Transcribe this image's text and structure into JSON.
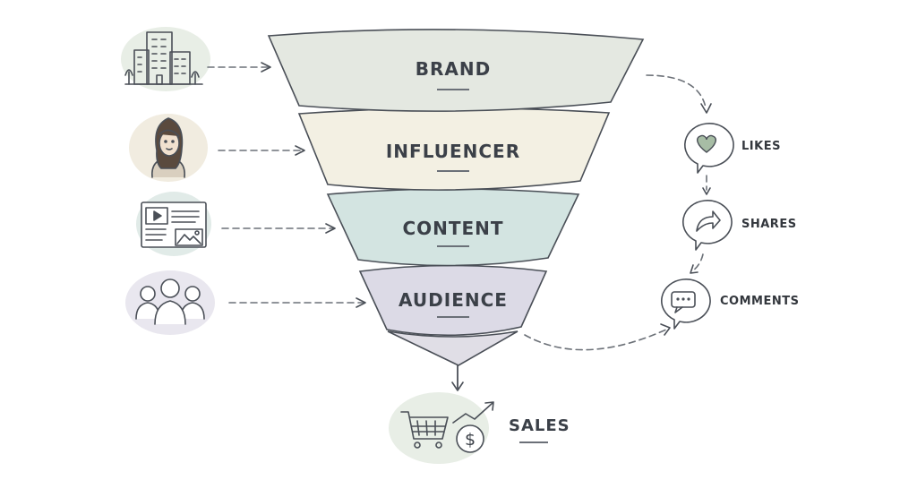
{
  "funnel": {
    "stages": [
      {
        "label": "BRAND",
        "color": "#e4e8e1",
        "icon": "buildings-icon"
      },
      {
        "label": "INFLUENCER",
        "color": "#f3f0e3",
        "icon": "woman-avatar-icon"
      },
      {
        "label": "CONTENT",
        "color": "#d3e4e1",
        "icon": "video-post-icon"
      },
      {
        "label": "AUDIENCE",
        "color": "#dcdae6",
        "icon": "people-group-icon"
      }
    ],
    "tip_color": "#e0dee6"
  },
  "engagement": {
    "items": [
      {
        "label": "LIKES",
        "icon": "heart-bubble-icon"
      },
      {
        "label": "SHARES",
        "icon": "share-bubble-icon"
      },
      {
        "label": "COMMENTS",
        "icon": "comment-bubble-icon"
      }
    ]
  },
  "outcome": {
    "label": "SALES",
    "icon": "cart-dollar-growth-icon"
  },
  "colors": {
    "line": "#4a4f57",
    "icon_bg_green": "#e8eee6",
    "icon_bg_cream": "#f1ece0",
    "icon_bg_teal": "#e1ebe8",
    "icon_bg_lilac": "#e9e7ef"
  }
}
